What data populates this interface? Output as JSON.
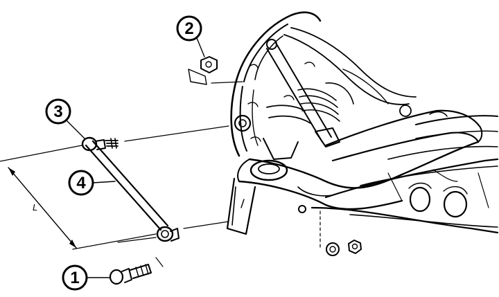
{
  "diagram": {
    "callouts": [
      {
        "id": "1",
        "label": "1",
        "part": "bolt"
      },
      {
        "id": "2",
        "label": "2",
        "part": "nut"
      },
      {
        "id": "3",
        "label": "3",
        "part": "upper-link-end"
      },
      {
        "id": "4",
        "label": "4",
        "part": "adjustable-link"
      }
    ],
    "dimension": {
      "label": "L"
    }
  },
  "colors": {
    "ink": "#000000",
    "paper": "#ffffff"
  }
}
